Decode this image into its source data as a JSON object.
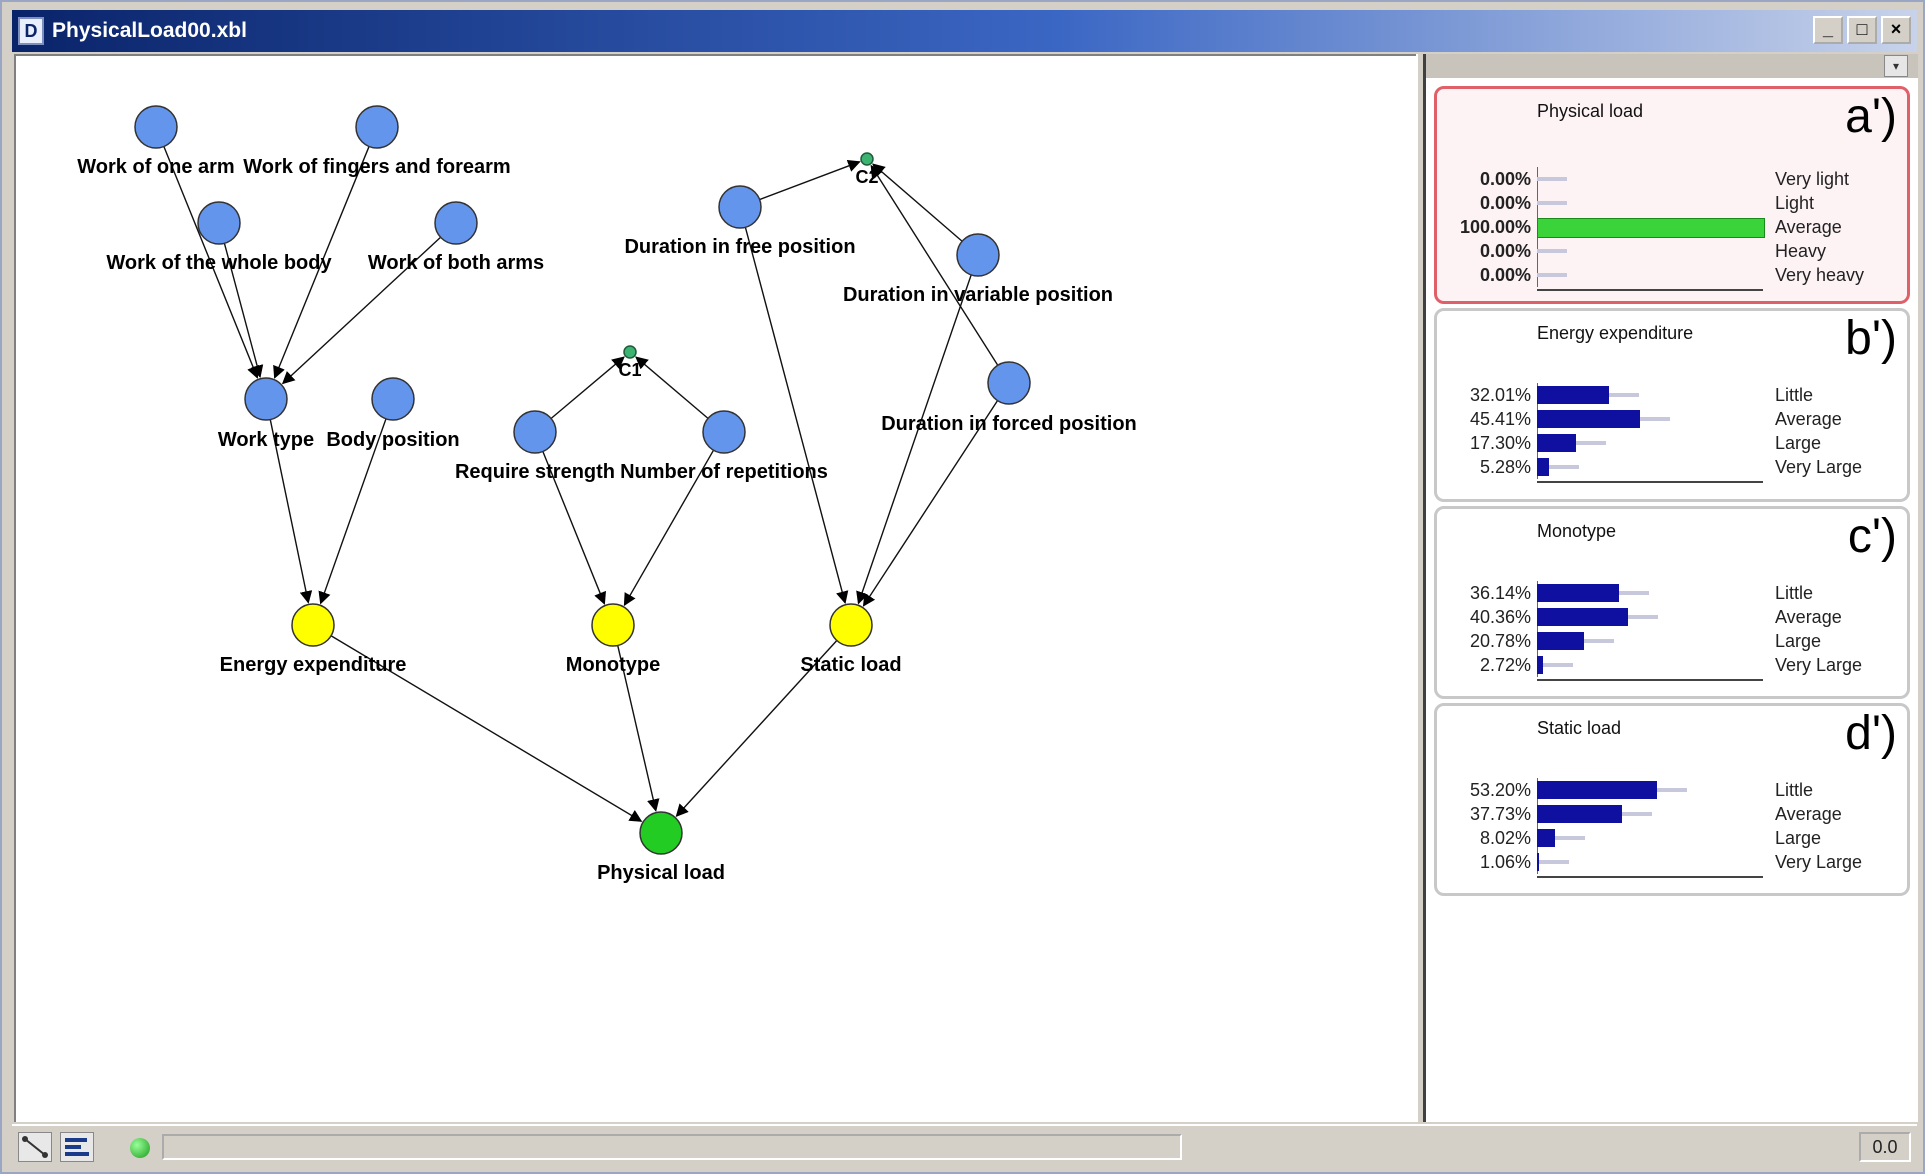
{
  "window": {
    "title": "PhysicalLoad00.xbl",
    "app_icon": "document-icon",
    "buttons": [
      "minimize",
      "maximize",
      "close"
    ]
  },
  "graph": {
    "nodes": [
      {
        "id": "n1",
        "label": "Work of one arm",
        "kind": "input"
      },
      {
        "id": "n2",
        "label": "Work of fingers and forearm",
        "kind": "input"
      },
      {
        "id": "n3",
        "label": "Work of the whole body",
        "kind": "input"
      },
      {
        "id": "n4",
        "label": "Work of both arms",
        "kind": "input"
      },
      {
        "id": "n5",
        "label": "Work type",
        "kind": "input"
      },
      {
        "id": "n6",
        "label": "Body position",
        "kind": "input"
      },
      {
        "id": "n7",
        "label": "Require strength",
        "kind": "input"
      },
      {
        "id": "n8",
        "label": "Number of repetitions",
        "kind": "input"
      },
      {
        "id": "n9",
        "label": "Duration in free position",
        "kind": "input"
      },
      {
        "id": "n10",
        "label": "Duration in variable position",
        "kind": "input"
      },
      {
        "id": "n11",
        "label": "Duration in forced position",
        "kind": "input"
      },
      {
        "id": "c1",
        "label": "C1",
        "kind": "constraint"
      },
      {
        "id": "c2",
        "label": "C2",
        "kind": "constraint"
      },
      {
        "id": "e1",
        "label": "Energy expenditure",
        "kind": "intermediate"
      },
      {
        "id": "e2",
        "label": "Monotype",
        "kind": "intermediate"
      },
      {
        "id": "e3",
        "label": "Static load",
        "kind": "intermediate"
      },
      {
        "id": "out",
        "label": "Physical load",
        "kind": "output"
      }
    ],
    "edges": [
      [
        "n1",
        "n5"
      ],
      [
        "n2",
        "n5"
      ],
      [
        "n3",
        "n5"
      ],
      [
        "n4",
        "n5"
      ],
      [
        "n5",
        "e1"
      ],
      [
        "n6",
        "e1"
      ],
      [
        "n7",
        "c1"
      ],
      [
        "n8",
        "c1"
      ],
      [
        "n7",
        "e2"
      ],
      [
        "n8",
        "e2"
      ],
      [
        "n9",
        "c2"
      ],
      [
        "n10",
        "c2"
      ],
      [
        "n11",
        "c2"
      ],
      [
        "n9",
        "e3"
      ],
      [
        "n10",
        "e3"
      ],
      [
        "n11",
        "e3"
      ],
      [
        "e1",
        "out"
      ],
      [
        "e2",
        "out"
      ],
      [
        "e3",
        "out"
      ]
    ],
    "colors": {
      "input": "#6495ed",
      "constraint": "#3cb371",
      "intermediate": "#ffff00",
      "output": "#22cc22"
    }
  },
  "panels": [
    {
      "title": "Physical load",
      "letter": "a')",
      "selected": true,
      "rows": [
        {
          "pct": "0.00%",
          "label": "Very light",
          "value": 0.0
        },
        {
          "pct": "0.00%",
          "label": "Light",
          "value": 0.0
        },
        {
          "pct": "100.00%",
          "label": "Average",
          "value": 1.0
        },
        {
          "pct": "0.00%",
          "label": "Heavy",
          "value": 0.0
        },
        {
          "pct": "0.00%",
          "label": "Very heavy",
          "value": 0.0
        }
      ]
    },
    {
      "title": "Energy expenditure",
      "letter": "b')",
      "selected": false,
      "rows": [
        {
          "pct": "32.01%",
          "label": "Little",
          "value": 0.3201
        },
        {
          "pct": "45.41%",
          "label": "Average",
          "value": 0.4541
        },
        {
          "pct": "17.30%",
          "label": "Large",
          "value": 0.173
        },
        {
          "pct": "5.28%",
          "label": "Very Large",
          "value": 0.0528
        }
      ]
    },
    {
      "title": "Monotype",
      "letter": "c')",
      "selected": false,
      "rows": [
        {
          "pct": "36.14%",
          "label": "Little",
          "value": 0.3614
        },
        {
          "pct": "40.36%",
          "label": "Average",
          "value": 0.4036
        },
        {
          "pct": "20.78%",
          "label": "Large",
          "value": 0.2078
        },
        {
          "pct": "2.72%",
          "label": "Very Large",
          "value": 0.0272
        }
      ]
    },
    {
      "title": "Static load",
      "letter": "d')",
      "selected": false,
      "rows": [
        {
          "pct": "53.20%",
          "label": "Little",
          "value": 0.532
        },
        {
          "pct": "37.73%",
          "label": "Average",
          "value": 0.3773
        },
        {
          "pct": "8.02%",
          "label": "Large",
          "value": 0.0802
        },
        {
          "pct": "1.06%",
          "label": "Very Large",
          "value": 0.0106
        }
      ]
    }
  ],
  "statusbar": {
    "value": "0.0",
    "icons": [
      "connect-tool-icon",
      "layout-tool-icon",
      "status-light-icon"
    ]
  }
}
